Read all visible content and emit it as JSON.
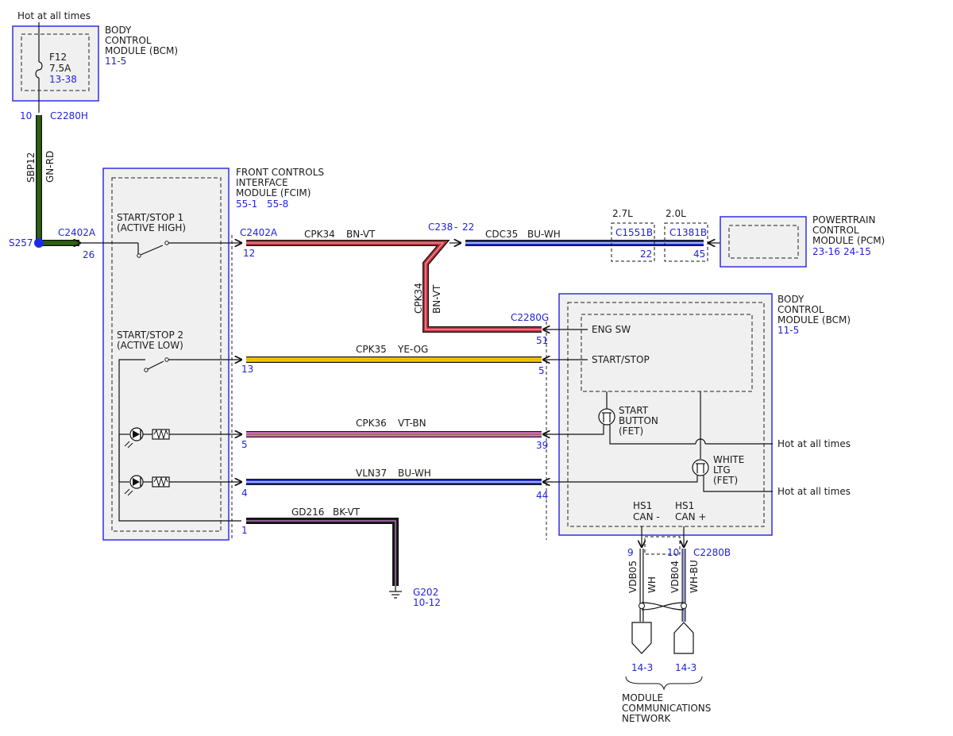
{
  "bcm_top": {
    "supply": "Hot at all times",
    "title_lines": [
      "BODY",
      "CONTROL",
      "MODULE (BCM)"
    ],
    "page_ref": "11-5",
    "fuse": {
      "name": "F12",
      "rating": "7.5A",
      "ref": "13-38"
    },
    "pin": "10",
    "connector": "C2280H"
  },
  "feed_wire": {
    "circuit": "SBP12",
    "color": "GN-RD"
  },
  "splice": {
    "name": "S257",
    "connector": "C2402A",
    "pin": "26"
  },
  "fcim": {
    "title_lines": [
      "FRONT CONTROLS",
      "INTERFACE",
      "MODULE (FCIM)"
    ],
    "refs": [
      "55-1",
      "55-8"
    ],
    "switch1": [
      "START/STOP 1",
      "(ACTIVE HIGH)"
    ],
    "switch2": [
      "START/STOP 2",
      "(ACTIVE LOW)"
    ],
    "connector": "C2402A",
    "pins": {
      "cpk34": "12",
      "cpk35": "13",
      "cpk36": "5",
      "vln37": "4",
      "gd216": "1"
    }
  },
  "wires": {
    "cpk34": {
      "circuit": "CPK34",
      "color": "BN-VT"
    },
    "cpk34_vertical": {
      "circuit": "CPK34",
      "color": "BN-VT"
    },
    "cdc35": {
      "circuit": "CDC35",
      "color": "BU-WH"
    },
    "cpk35": {
      "circuit": "CPK35",
      "color": "YE-OG"
    },
    "cpk36": {
      "circuit": "CPK36",
      "color": "VT-BN"
    },
    "vln37": {
      "circuit": "VLN37",
      "color": "BU-WH"
    },
    "gd216": {
      "circuit": "GD216",
      "color": "BK-VT"
    }
  },
  "inline": {
    "connector": "C238",
    "separator": "-",
    "pin": "22"
  },
  "engines": {
    "v27": {
      "label": "2.7L",
      "connector": "C1551B",
      "pin": "22"
    },
    "v20": {
      "label": "2.0L",
      "connector": "C1381B",
      "pin": "45"
    }
  },
  "pcm": {
    "title_lines": [
      "POWERTRAIN",
      "CONTROL",
      "MODULE (PCM)"
    ],
    "refs": [
      "23-16",
      "24-15"
    ]
  },
  "bcm_main": {
    "title_lines": [
      "BODY",
      "CONTROL",
      "MODULE (BCM)"
    ],
    "page_ref": "11-5",
    "connector_g": "C2280G",
    "pins": {
      "eng_sw": "51",
      "start_stop": "5",
      "start_button": "39",
      "white_ltg": "44",
      "can_minus": "9",
      "can_plus": "10"
    },
    "eng_sw": "ENG SW",
    "start_stop": "START/STOP",
    "start_button_lines": [
      "START",
      "BUTTON",
      "(FET)"
    ],
    "white_ltg_lines": [
      "WHITE",
      "LTG",
      "(FET)"
    ],
    "hot1": "Hot at all times",
    "hot2": "Hot at all times",
    "can_minus_lines": [
      "HS1",
      "CAN -"
    ],
    "can_plus_lines": [
      "HS1",
      "CAN +"
    ],
    "connector_b": "C2280B"
  },
  "ground": {
    "name": "G202",
    "ref": "10-12"
  },
  "can_wires": {
    "vdb05": {
      "circuit": "VDB05",
      "color": "WH"
    },
    "vdb04": {
      "circuit": "VDB04",
      "color": "WH-BU"
    }
  },
  "network": {
    "refs": [
      "14-3",
      "14-3"
    ],
    "title_lines": [
      "MODULE",
      "COMMUNICATIONS",
      "NETWORK"
    ]
  },
  "colors": {
    "module_border": "#3030e0",
    "module_fill": "#f0f0f0",
    "ref_text": "#2323d8",
    "gn_rd_main": "#2e5e12",
    "bn_vt_main": "#c0303c",
    "bu_wh_main": "#1f2fd0",
    "ye_og_main": "#f2d400",
    "vt_bn_main": "#e07ad0",
    "bk_vt_main": "#111111",
    "splice_dot": "#1a2ae8"
  }
}
